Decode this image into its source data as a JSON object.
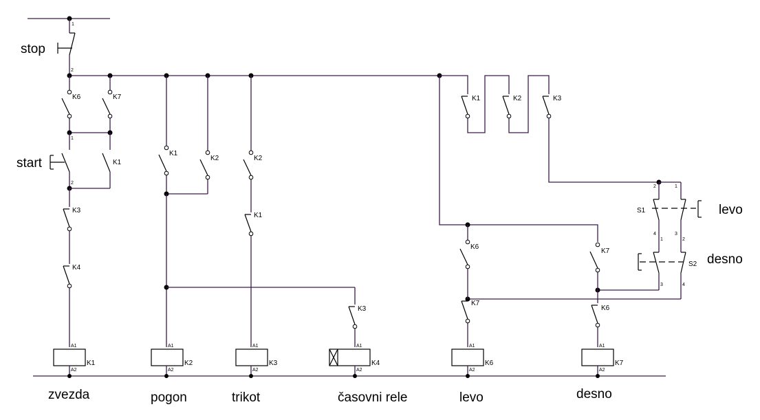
{
  "labels": {
    "stop": "stop",
    "start": "start",
    "levo_button": "levo",
    "desno_button": "desno",
    "bottom": [
      "zvezda",
      "pogon",
      "trikot",
      "časovni rele",
      "levo",
      "desno"
    ]
  },
  "contacts": {
    "K6": "K6",
    "K7": "K7",
    "K1": "K1",
    "K2": "K2",
    "K3": "K3",
    "K4": "K4",
    "S1": "S1",
    "S2": "S2"
  },
  "coils": [
    "K1",
    "K2",
    "K3",
    "K4",
    "K6",
    "K7"
  ],
  "pins": {
    "p1": "1",
    "p2": "2",
    "p3": "3",
    "p4": "4",
    "a1": "A1",
    "a2": "A2"
  }
}
